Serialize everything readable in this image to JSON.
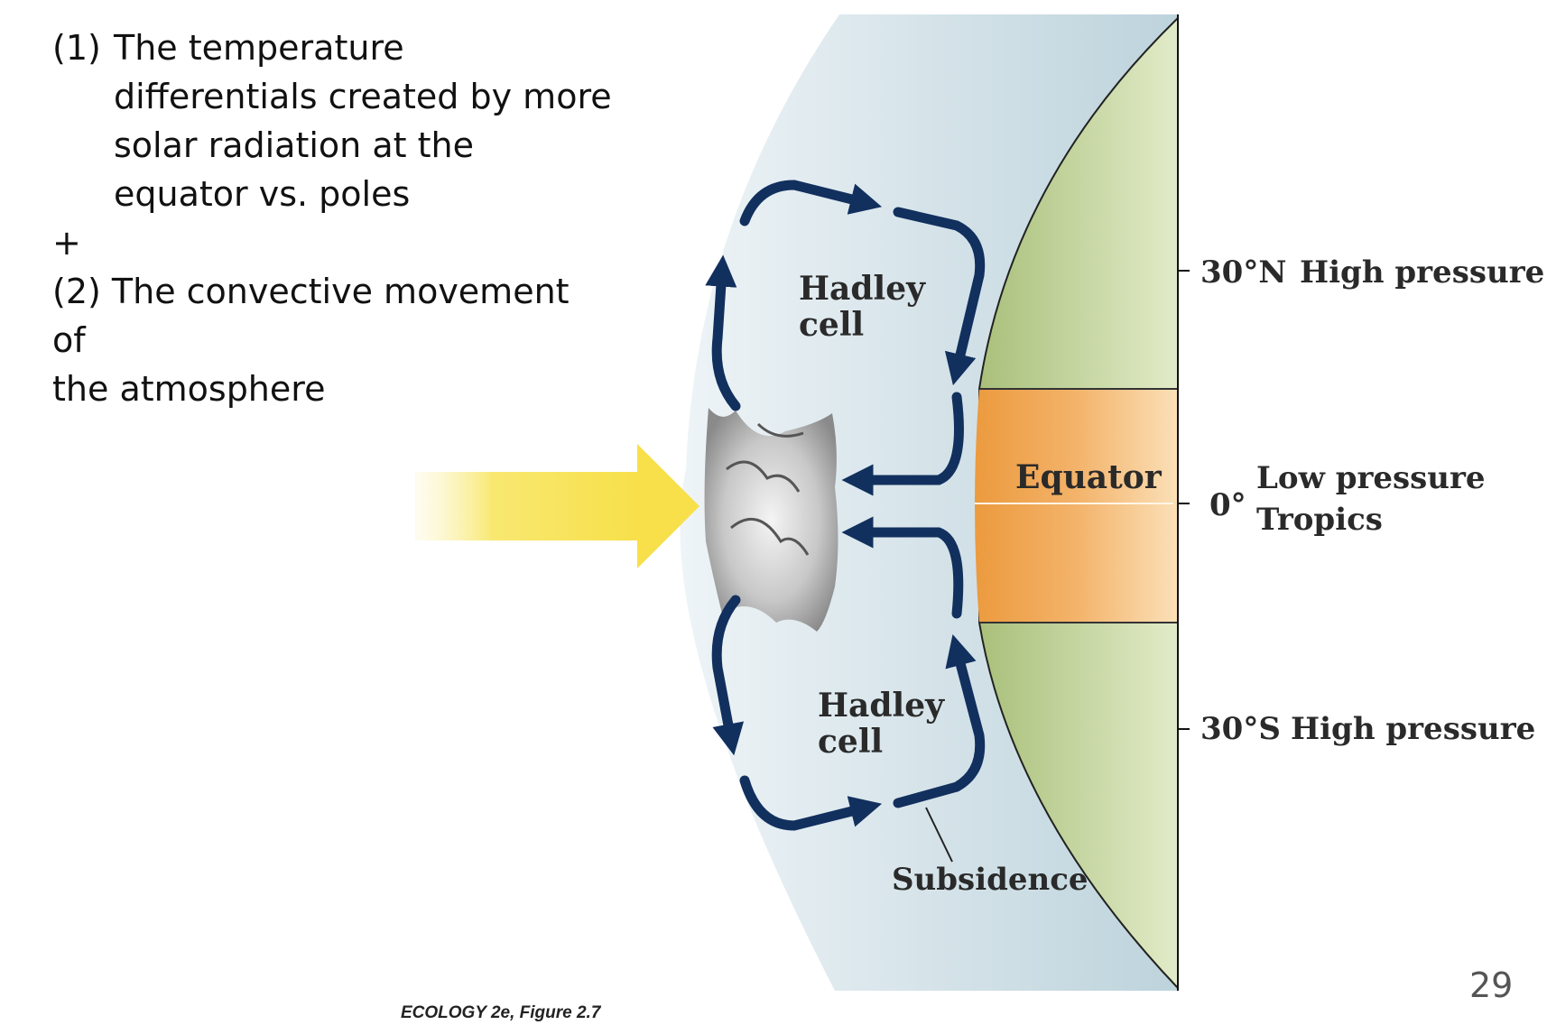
{
  "bullets": {
    "item1_num": "(1)",
    "item1_lines": [
      "The temperature",
      "differentials created by more",
      "solar radiation at the",
      "equator vs. poles"
    ],
    "plus": "+",
    "item2_lines": [
      "(2) The convective movement of",
      "the atmosphere"
    ]
  },
  "diagram": {
    "hadley_top": [
      "Hadley",
      "cell"
    ],
    "hadley_bottom": [
      "Hadley",
      "cell"
    ],
    "equator": "Equator",
    "north": {
      "lat": "30°N",
      "pressure": "High pressure"
    },
    "center": {
      "lat": "0°",
      "line1": "Low pressure",
      "line2": "Tropics"
    },
    "south": {
      "lat": "30°S",
      "pressure": "High pressure"
    },
    "subsidence": "Subsidence",
    "colors": {
      "atmosphere": "#c9dbe3",
      "land": "#c8d9a0",
      "equator_band": "#f0a850",
      "arrow": "#12305e",
      "sun_arrow": "#f7e04a"
    },
    "icons": [
      "sun-arrow-icon",
      "cloud-icon",
      "circulation-arrow-icon"
    ]
  },
  "caption": "ECOLOGY 2e, Figure 2.7",
  "page_number": "29"
}
